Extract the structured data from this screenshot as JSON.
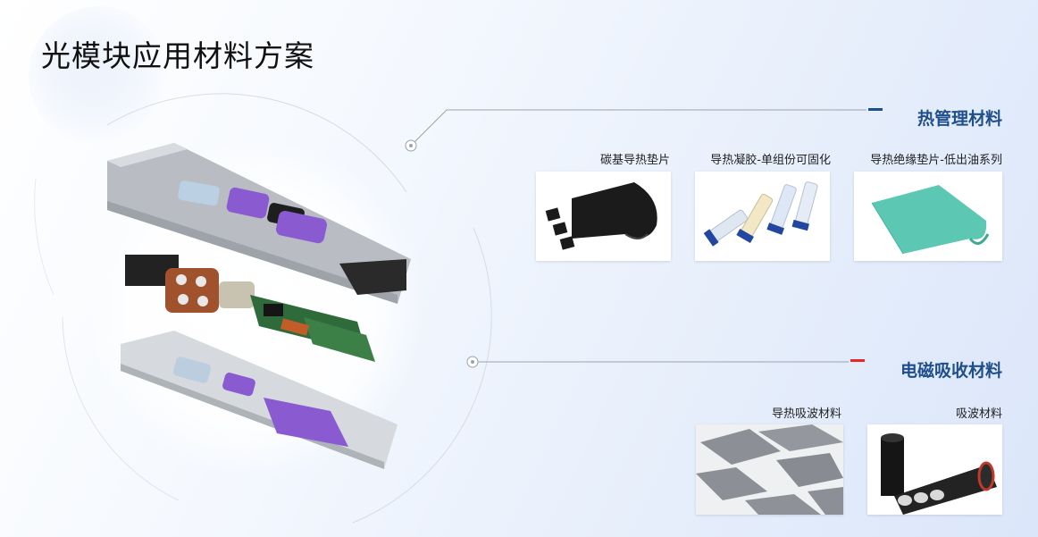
{
  "page_title": "光模块应用材料方案",
  "colors": {
    "title_blue": "#1f4f8a",
    "thermal_accent": "#1f4f8a",
    "emi_accent": "#e0282e",
    "connector_line": "#9aa3ad"
  },
  "sections": [
    {
      "title": "热管理材料",
      "products": [
        {
          "label": "碳基导热垫片",
          "icon": "carbon-thermal-pad-image"
        },
        {
          "label": "导热凝胶-单组份可固化",
          "icon": "thermal-gel-syringes-image"
        },
        {
          "label": "导热绝缘垫片-低出油系列",
          "icon": "green-insulating-pad-image"
        }
      ]
    },
    {
      "title": "电磁吸收材料",
      "products": [
        {
          "label": "导热吸波材料",
          "icon": "grey-absorber-tiles-image"
        },
        {
          "label": "吸波材料",
          "icon": "black-absorber-roll-image"
        }
      ]
    }
  ]
}
